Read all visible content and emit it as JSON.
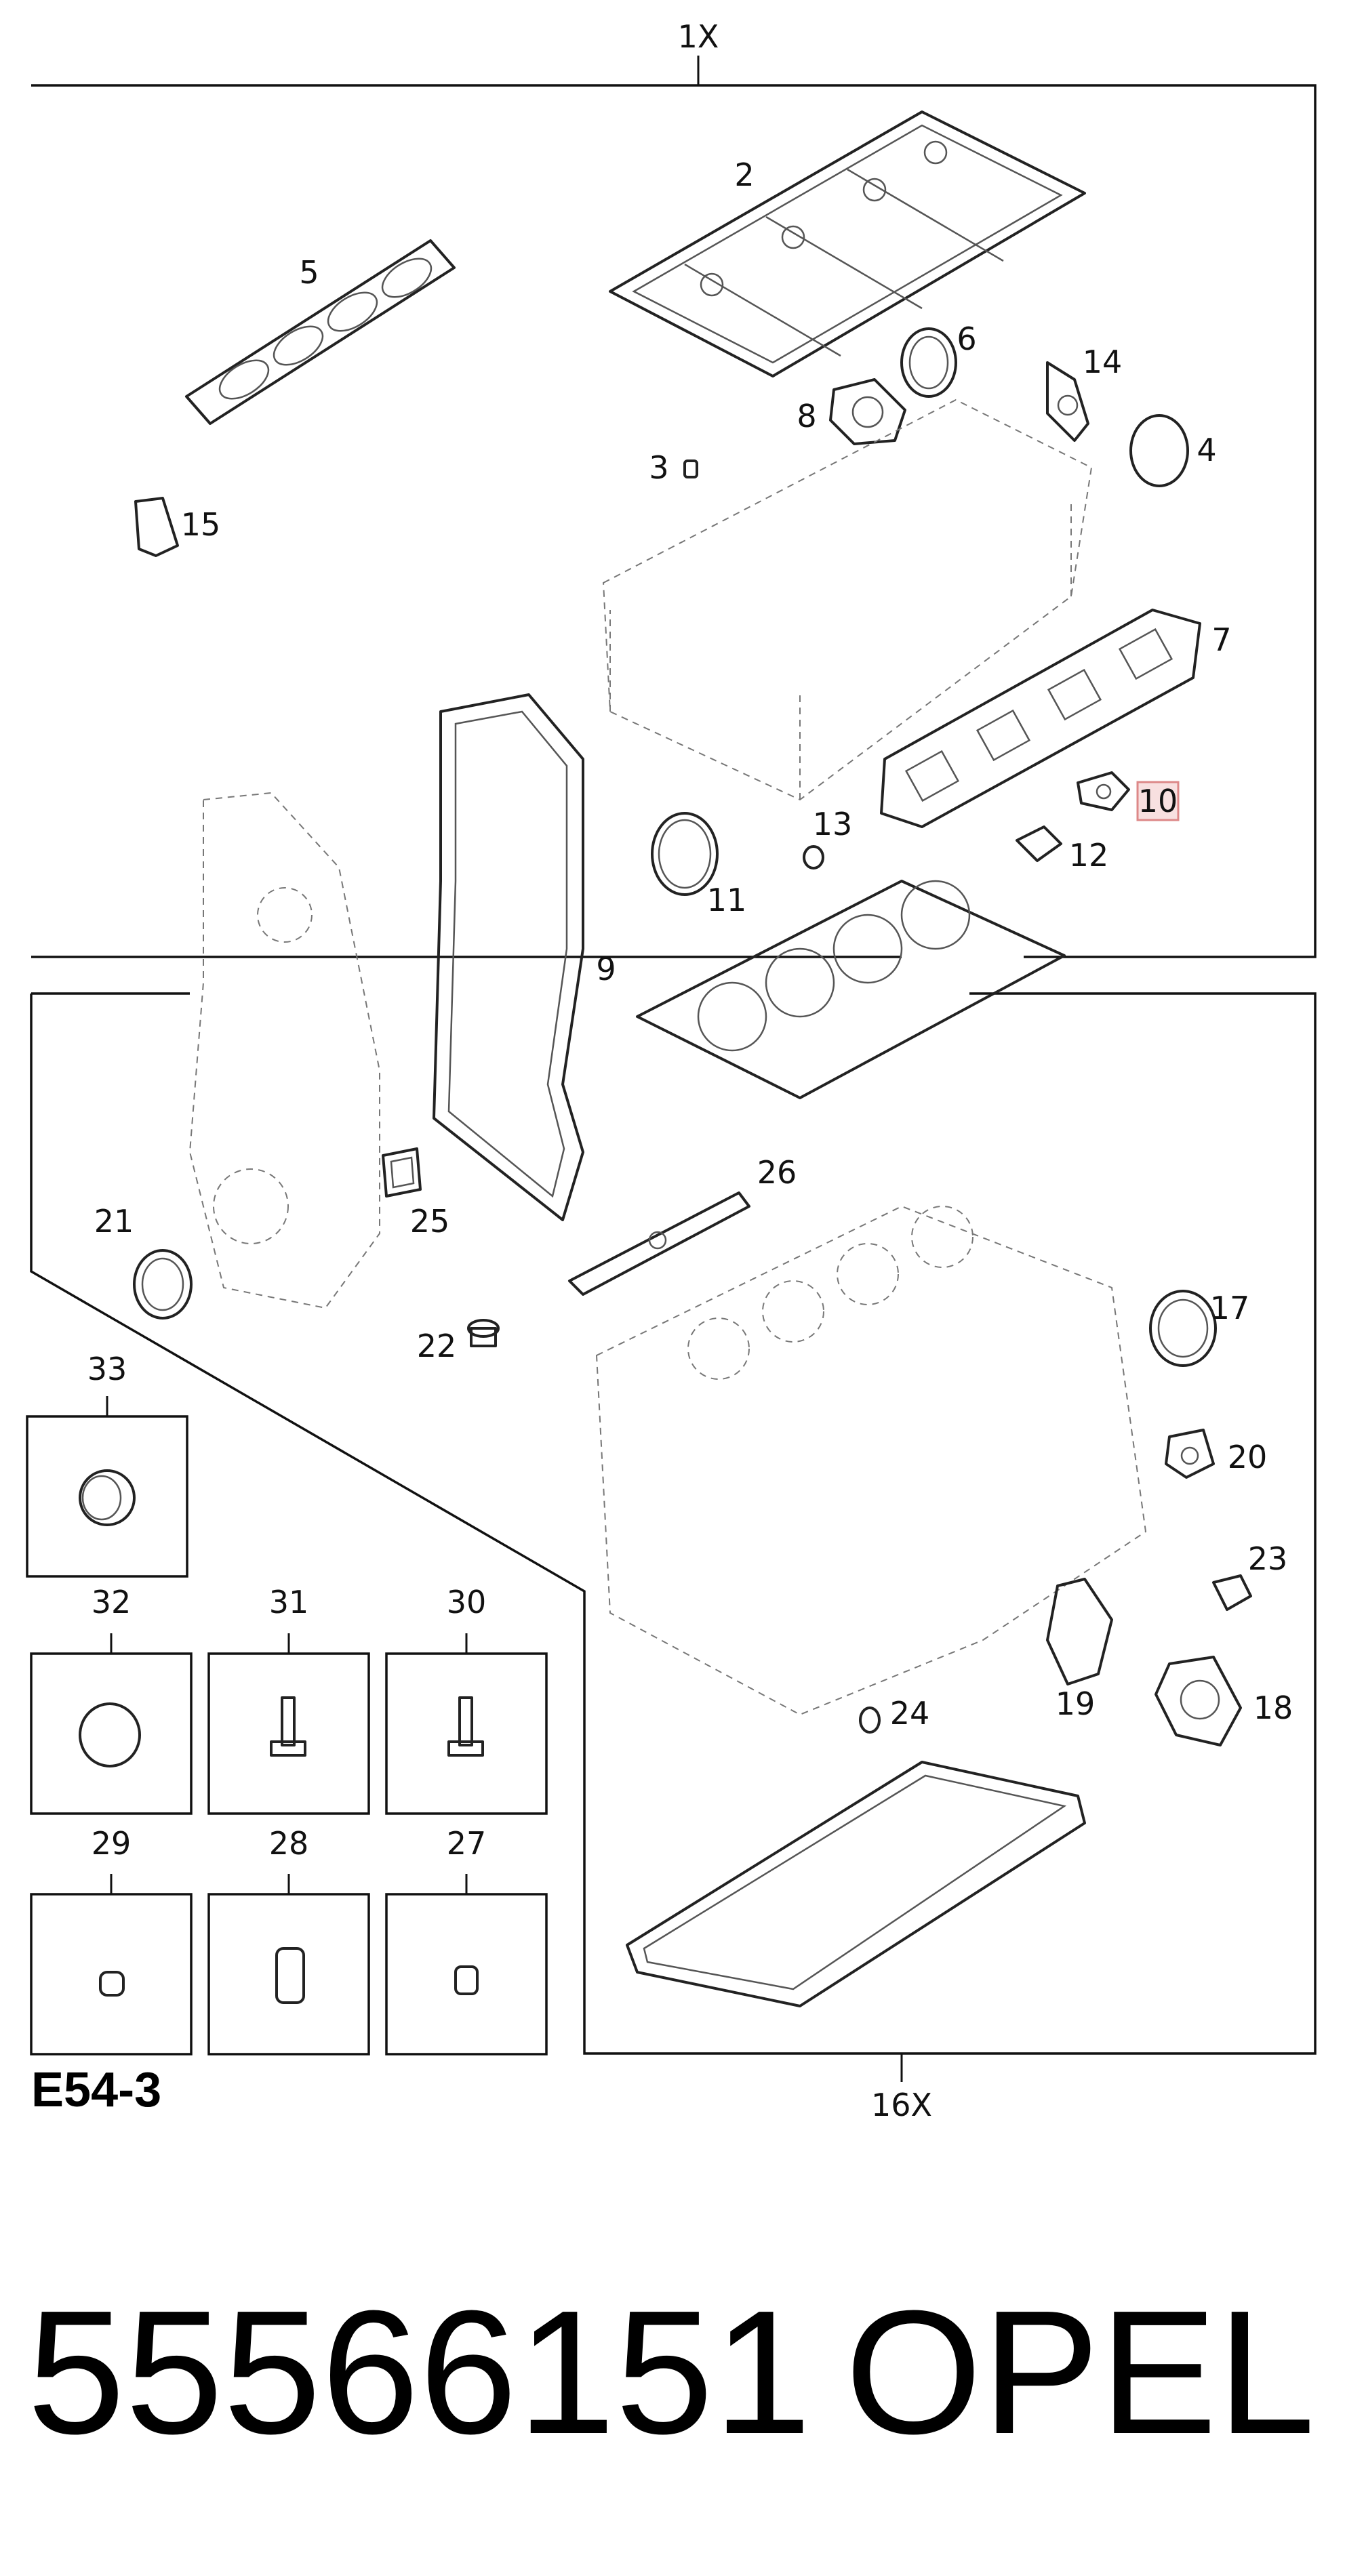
{
  "quantities": {
    "top": "1X",
    "bottom": "16X"
  },
  "diagram_code": "E54-3",
  "part_number": "55566151",
  "brand": "OPEL",
  "highlighted_callout": "10",
  "callouts": {
    "c1": "2",
    "c2": "5",
    "c3": "6",
    "c4": "14",
    "c5": "8",
    "c6": "3",
    "c7": "4",
    "c8": "15",
    "c9": "7",
    "c10": "10",
    "c11": "13",
    "c12": "12",
    "c13": "11",
    "c14": "9",
    "c15": "26",
    "c16": "21",
    "c17": "25",
    "c18": "22",
    "c19": "17",
    "c20": "20",
    "c21": "23",
    "c22": "19",
    "c23": "18",
    "c24": "24",
    "c25": "33",
    "c26": "32",
    "c27": "31",
    "c28": "30",
    "c29": "29",
    "c30": "28",
    "c31": "27"
  }
}
